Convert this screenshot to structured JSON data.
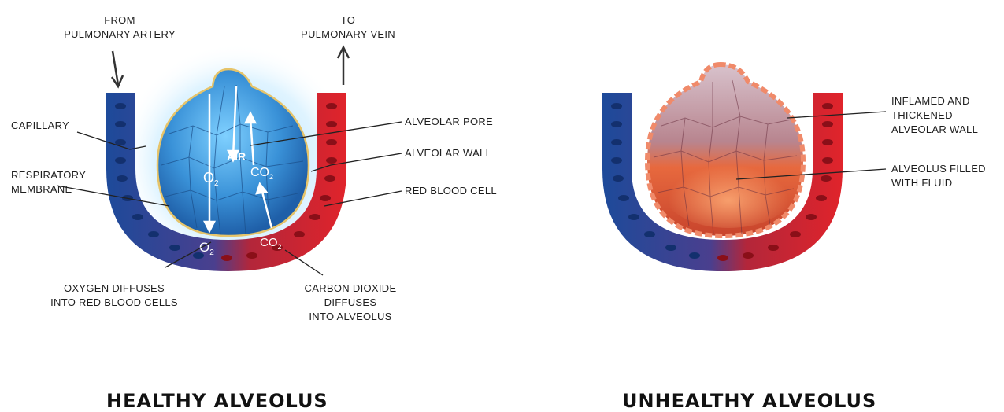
{
  "healthy": {
    "title": "HEALTHY ALVEOLUS",
    "from_artery": [
      "FROM",
      "PULMONARY ARTERY"
    ],
    "to_vein": [
      "TO",
      "PULMONARY VEIN"
    ],
    "capillary": "CAPILLARY",
    "respiratory_membrane": [
      "RESPIRATORY",
      "MEMBRANE"
    ],
    "alveolar_pore": "ALVEOLAR PORE",
    "alveolar_wall": "ALVEOLAR WALL",
    "red_blood_cell": "RED BLOOD CELL",
    "oxygen_diffuses": [
      "OXYGEN DIFFUSES",
      "INTO RED BLOOD CELLS"
    ],
    "co2_diffuses": [
      "CARBON DIOXIDE",
      "DIFFUSES",
      "INTO ALVEOLUS"
    ],
    "air": "AIR",
    "o2": "O",
    "co2": "CO",
    "sub": "2"
  },
  "unhealthy": {
    "title": "UNHEALTHY ALVEOLUS",
    "inflamed_wall": [
      "INFLAMED AND",
      "THICKENED",
      "ALVEOLAR WALL"
    ],
    "filled_fluid": [
      "ALVEOLUS FILLED",
      "WITH FLUID"
    ]
  },
  "colors": {
    "artery_blue": "#2a5aa8",
    "vein_red": "#d8232a",
    "alveolus_blue": "#4aa8e8",
    "fluid_orange": "#e8623a"
  }
}
